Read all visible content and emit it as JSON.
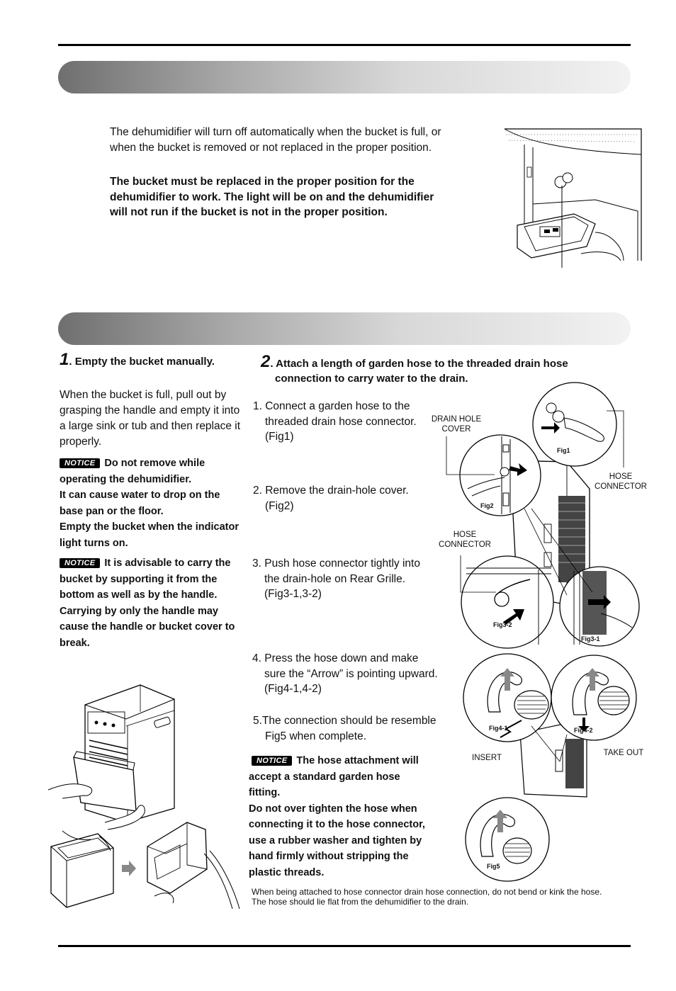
{
  "section1": {
    "intro": "The dehumidifier will turn off automatically when the bucket is full, or when the bucket is removed or not replaced in the proper position.",
    "warning": "The bucket must be replaced in the proper position for the dehumidifier to work. The light will be on and the dehumidifier will not run if the bucket is not in the proper position."
  },
  "step1": {
    "number": "1",
    "title": ". Empty the bucket manually.",
    "body": "When the bucket is full, pull out by grasping the handle and empty it into a large sink or tub and then replace it properly.",
    "notice_label": "NOTICE",
    "notice1_lines": [
      "Do not remove while",
      "operating the dehumidifier.",
      "It can cause water  to drop on the",
      "base pan or the floor.",
      "Empty the bucket when the indicator",
      "light turns on."
    ],
    "notice2_lines": [
      "It is advisable to carry the",
      "bucket by supporting it from the",
      "bottom as well as by the handle.",
      "Carrying by only the handle may",
      "cause the handle or bucket cover to",
      "break."
    ]
  },
  "step2": {
    "number": "2",
    "title": ". Attach a length of garden hose to the threaded drain hose connection to carry water to the drain.",
    "items": [
      [
        "1. Connect a garden hose to the",
        "threaded drain hose connector.",
        "(Fig1)"
      ],
      [
        "2. Remove the drain-hole cover.",
        "(Fig2)"
      ],
      [
        "3. Push hose connector tightly into",
        "the  drain-hole on Rear Grille.",
        "(Fig3-1,3-2)"
      ],
      [
        "4. Press the hose down and make",
        "sure the “Arrow” is pointing upward.",
        "(Fig4-1,4-2)"
      ],
      [
        "5.The connection should be resemble",
        "Fig5 when complete."
      ]
    ],
    "notice_label": "NOTICE",
    "notice_lines": [
      "The hose attachment will",
      "accept a standard garden hose",
      "fitting.",
      "Do not over tighten the hose when",
      "connecting it to the hose connector,",
      "use a rubber washer and tighten by",
      "hand firmly without stripping the",
      "plastic threads."
    ],
    "footnote": [
      "When being attached to hose connector drain hose connection, do not bend or kink the hose.",
      "The hose should lie flat from the dehumidifier to the drain."
    ]
  },
  "figure_labels": {
    "drain_hole_cover": [
      "DRAIN HOLE",
      "COVER"
    ],
    "hose_connector_right": [
      "HOSE",
      "CONNECTOR"
    ],
    "hose_connector_left": [
      "HOSE",
      "CONNECTOR"
    ],
    "insert": "INSERT",
    "take_out": "TAKE OUT",
    "fig1": "Fig1",
    "fig2": "Fig2",
    "fig3_1": "Fig3-1",
    "fig3_2": "Fig3-2",
    "fig4_1": "Fig4-1",
    "fig4_2": "Fig4-2",
    "fig5": "Fig5"
  }
}
